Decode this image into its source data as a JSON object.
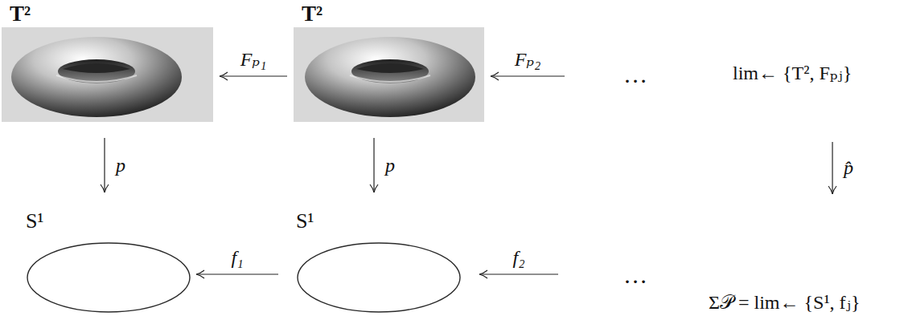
{
  "diagram": {
    "nodes": [
      {
        "text": [
          "T²"
        ]
      },
      {
        "text": [
          "T²"
        ]
      },
      {
        "text": [
          "…"
        ]
      },
      {
        "text": [
          "lim← {T², Fₚⱼ}"
        ]
      },
      {
        "text": [
          "S¹"
        ]
      },
      {
        "text": [
          "S¹"
        ]
      },
      {
        "text": [
          "…"
        ]
      },
      {
        "text": [
          "Σ𝒫 = lim← {S¹, fⱼ}"
        ]
      }
    ],
    "edges": [
      {
        "from": 1,
        "to": 0,
        "arrow": "to",
        "label": "Fₚ₁"
      },
      {
        "from": 2,
        "to": 1,
        "arrow": "to",
        "label": "Fₚ₂"
      },
      {
        "from": 0,
        "to": 4,
        "arrow": "to",
        "label": "p"
      },
      {
        "from": 1,
        "to": 5,
        "arrow": "to",
        "label": "p"
      },
      {
        "from": 3,
        "to": 7,
        "arrow": "to",
        "label": "p̂"
      },
      {
        "from": 5,
        "to": 4,
        "arrow": "to",
        "label": "f₁"
      },
      {
        "from": 6,
        "to": 5,
        "arrow": "to",
        "label": "f₂"
      }
    ]
  }
}
